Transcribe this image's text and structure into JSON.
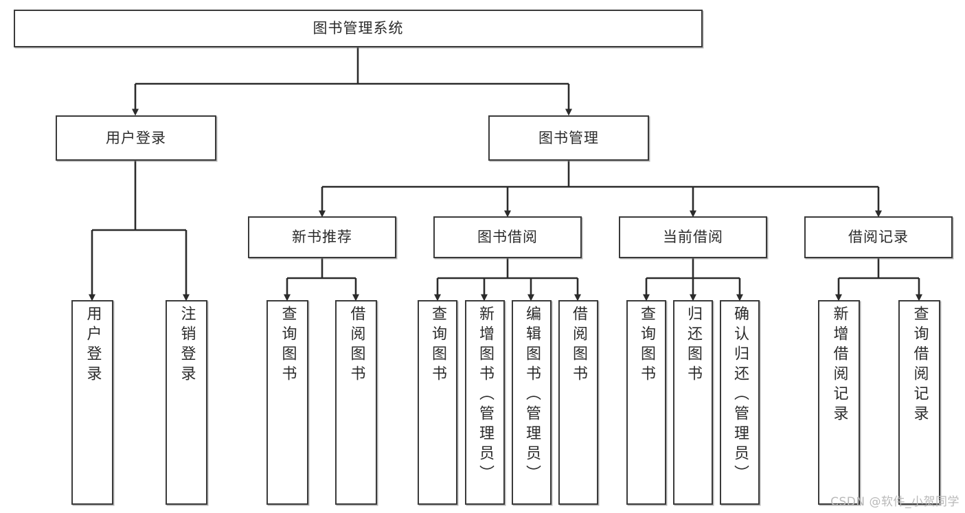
{
  "diagram": {
    "type": "tree-hierarchy-chart",
    "title_node": {
      "id": "root",
      "label": "图书管理系统"
    },
    "levels": [
      {
        "level": 1,
        "nodes": [
          {
            "id": "root",
            "label": "图书管理系统"
          }
        ]
      },
      {
        "level": 2,
        "nodes": [
          {
            "id": "user-login",
            "label": "用户登录",
            "parent": "root"
          },
          {
            "id": "book-manage",
            "label": "图书管理",
            "parent": "root"
          }
        ]
      },
      {
        "level": 3,
        "nodes": [
          {
            "id": "new-book-rec",
            "label": "新书推荐",
            "parent": "book-manage"
          },
          {
            "id": "book-borrow",
            "label": "图书借阅",
            "parent": "book-manage"
          },
          {
            "id": "current-borrow",
            "label": "当前借阅",
            "parent": "book-manage"
          },
          {
            "id": "borrow-record",
            "label": "借阅记录",
            "parent": "book-manage"
          }
        ]
      },
      {
        "level": 4,
        "nodes": [
          {
            "id": "leaf-1",
            "label": "用户登录",
            "parent": "user-login"
          },
          {
            "id": "leaf-2",
            "label": "注销登录",
            "parent": "user-login"
          },
          {
            "id": "leaf-3",
            "label": "查询图书",
            "parent": "new-book-rec"
          },
          {
            "id": "leaf-4",
            "label": "借阅图书",
            "parent": "new-book-rec"
          },
          {
            "id": "leaf-5",
            "label": "查询图书",
            "parent": "book-borrow"
          },
          {
            "id": "leaf-6",
            "label": "新增图书（管理员）",
            "parent": "book-borrow"
          },
          {
            "id": "leaf-7",
            "label": "编辑图书（管理员）",
            "parent": "book-borrow"
          },
          {
            "id": "leaf-8",
            "label": "借阅图书",
            "parent": "book-borrow"
          },
          {
            "id": "leaf-9",
            "label": "查询图书",
            "parent": "current-borrow"
          },
          {
            "id": "leaf-10",
            "label": "归还图书",
            "parent": "current-borrow"
          },
          {
            "id": "leaf-11",
            "label": "确认归还（管理员）",
            "parent": "current-borrow"
          },
          {
            "id": "leaf-12",
            "label": "新增借阅记录",
            "parent": "borrow-record"
          },
          {
            "id": "leaf-13",
            "label": "查询借阅记录",
            "parent": "borrow-record"
          }
        ]
      }
    ],
    "colors": {
      "box_border": "#3a3a3a",
      "box_fill": "#ffffff",
      "connector": "#2b2b2b",
      "text": "#2b2b2b",
      "watermark": "#b9b9b9"
    }
  },
  "watermark": {
    "text": "CSDN @软件_小贺同学"
  }
}
